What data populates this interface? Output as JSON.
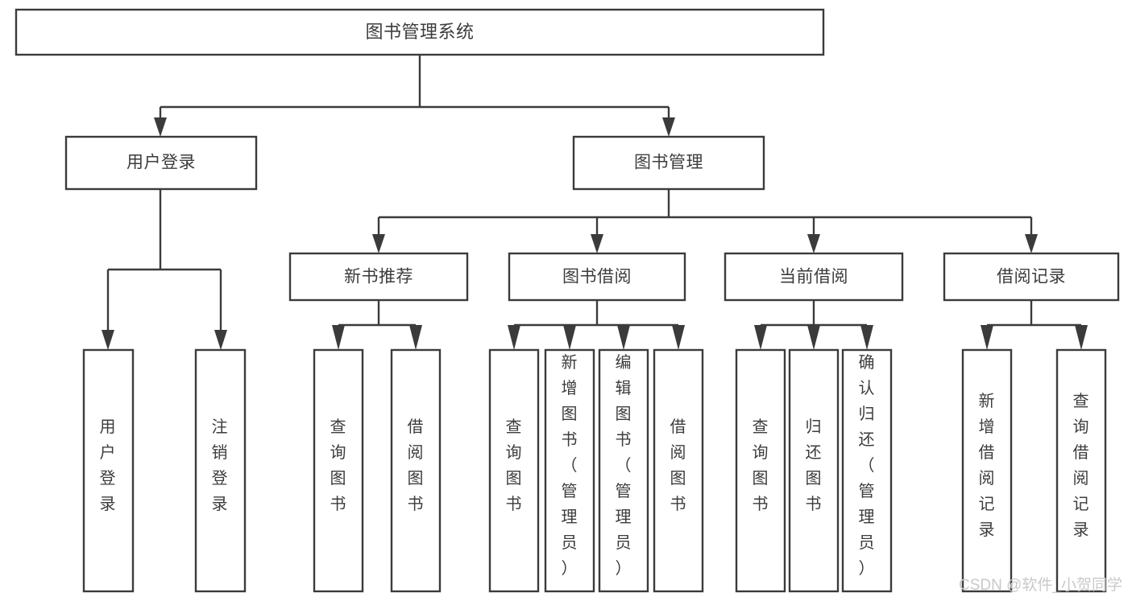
{
  "diagram": {
    "title": "图书管理系统",
    "type": "tree-hierarchy-diagram",
    "colors": {
      "background": "#ffffff",
      "box_fill": "#ffffff",
      "stroke": "#3b3b3b",
      "text": "#3c3c3c",
      "watermark": "#c9c9c9"
    },
    "root": {
      "label": "图书管理系统"
    },
    "level2": [
      {
        "label": "用户登录"
      },
      {
        "label": "图书管理"
      }
    ],
    "level3": [
      {
        "label": "新书推荐"
      },
      {
        "label": "图书借阅"
      },
      {
        "label": "当前借阅"
      },
      {
        "label": "借阅记录"
      }
    ],
    "leaves": {
      "user_login": [
        {
          "label": "用户登录"
        },
        {
          "label": "注销登录"
        }
      ],
      "new_book_recommend": [
        {
          "label": "查询图书"
        },
        {
          "label": "借阅图书"
        }
      ],
      "book_borrow": [
        {
          "label": "查询图书"
        },
        {
          "label": "新增图书（管理员）"
        },
        {
          "label": "编辑图书（管理员）"
        },
        {
          "label": "借阅图书"
        }
      ],
      "current_borrow": [
        {
          "label": "查询图书"
        },
        {
          "label": "归还图书"
        },
        {
          "label": "确认归还（管理员）"
        }
      ],
      "borrow_record": [
        {
          "label": "新增借阅记录"
        },
        {
          "label": "查询借阅记录"
        }
      ]
    },
    "watermark": "CSDN @软件_小贺同学"
  }
}
